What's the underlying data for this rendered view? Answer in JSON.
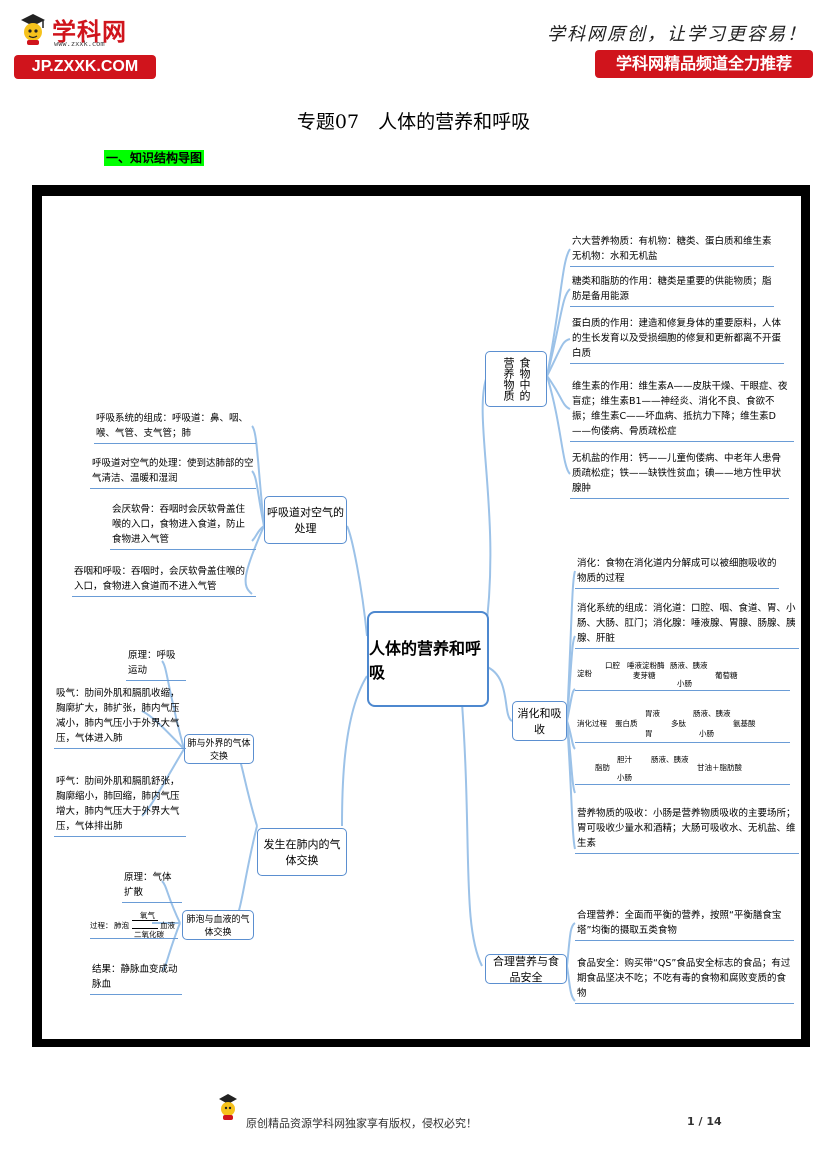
{
  "header": {
    "logo_text": "学科网",
    "logo_url": "www.zxxk.com",
    "badge_text": "JP.ZXXK.COM",
    "slogan": "学科网原创，让学习更容易！",
    "channel_badge": "学科网精品频道全力推荐",
    "brand_color": "#d0141c"
  },
  "document": {
    "title": "专题07　人体的营养和呼吸",
    "section_heading": "一、知识结构导图",
    "heading_highlight_color": "#00ff00"
  },
  "mindmap": {
    "central": "人体的营养和呼吸",
    "branches": {
      "nutrients": {
        "label": "食物中的营养物质",
        "items": [
          "六大营养物质：有机物：糖类、蛋白质和维生素　无机物：水和无机盐",
          "糖类和脂肪的作用：糖类是重要的供能物质；脂肪是备用能源",
          "蛋白质的作用：建造和修复身体的重要原料，人体的生长发育以及受损细胞的修复和更新都离不开蛋白质",
          "维生素的作用：维生素A——皮肤干燥、干眼症、夜盲症；维生素B1——神经炎、消化不良、食欲不振；维生素C——坏血病、抵抗力下降；维生素D——佝偻病、骨质疏松症",
          "无机盐的作用：钙——儿童佝偻病、中老年人患骨质疏松症；铁——缺铁性贫血；碘——地方性甲状腺肿"
        ]
      },
      "digestion": {
        "label": "消化和吸收",
        "items": [
          "消化：食物在消化道内分解成可以被细胞吸收的物质的过程",
          "消化系统的组成：消化道：口腔、咽、食道、胃、小肠、大肠、肛门；消化腺：唾液腺、胃腺、肠腺、胰腺、肝脏",
          "营养物质的吸收：小肠是营养物质吸收的主要场所；胃可吸收少量水和酒精；大肠可吸收水、无机盐、维生素"
        ],
        "formulas": {
          "starch_label": "淀粉",
          "starch_start": "口腔",
          "starch_enzyme": "唾液淀粉酶",
          "starch_mid": "麦芽糖",
          "starch_enzyme2": "肠液、胰液",
          "starch_site": "小肠",
          "starch_end": "葡萄糖",
          "process_label": "消化过程",
          "protein_label": "蛋白质",
          "protein_start": "胃",
          "protein_enzyme": "胃液",
          "protein_mid": "多肽",
          "protein_enzyme2": "肠液、胰液",
          "protein_site": "小肠",
          "protein_end": "氨基酸",
          "fat_label": "脂肪",
          "fat_enzyme": "胆汁",
          "fat_site": "小肠",
          "fat_enzyme2": "肠液、胰液",
          "fat_end": "甘油＋脂肪酸"
        }
      },
      "food_safety": {
        "label": "合理营养与食品安全",
        "items": [
          "合理营养：全面而平衡的营养，按照“平衡膳食宝塔”均衡的摄取五类食物",
          "食品安全：购买带“QS”食品安全标志的食品；有过期食品坚决不吃；不吃有毒的食物和腐败变质的食物"
        ]
      },
      "air_handling": {
        "label": "呼吸道对空气的处理",
        "items": [
          "呼吸系统的组成：呼吸道：鼻、咽、喉、气管、支气管；肺",
          "呼吸道对空气的处理：使到达肺部的空气清洁、温暖和湿润",
          "会厌软骨：吞咽时会厌软骨盖住喉的入口，食物进入食道，防止食物进入气管",
          "吞咽和呼吸：吞咽时，会厌软骨盖住喉的入口，食物进入食道而不进入气管"
        ]
      },
      "gas_exchange": {
        "label": "发生在肺内的气体交换",
        "lung_exchange": {
          "label": "肺与外界的气体交换",
          "principle": "原理：呼吸运动",
          "inhale": "吸气：肋间外肌和膈肌收缩，胸廓扩大，肺扩张，肺内气压减小，肺内气压小于外界大气压，气体进入肺",
          "exhale": "呼气：肋间外肌和膈肌舒张，胸廓缩小，肺回缩，肺内气压增大，肺内气压大于外界大气压，气体排出肺"
        },
        "alveoli_exchange": {
          "label": "肺泡与血液的气体交换",
          "principle": "原理：气体扩散",
          "process_label": "过程：",
          "process_left": "肺泡",
          "process_top": "氧气",
          "process_bottom": "二氧化碳",
          "process_right": "血液",
          "result": "结果：静脉血变成动脉血"
        }
      }
    }
  },
  "footer": {
    "text": "原创精品资源学科网独家享有版权，侵权必究！",
    "page": "1 / 14"
  }
}
